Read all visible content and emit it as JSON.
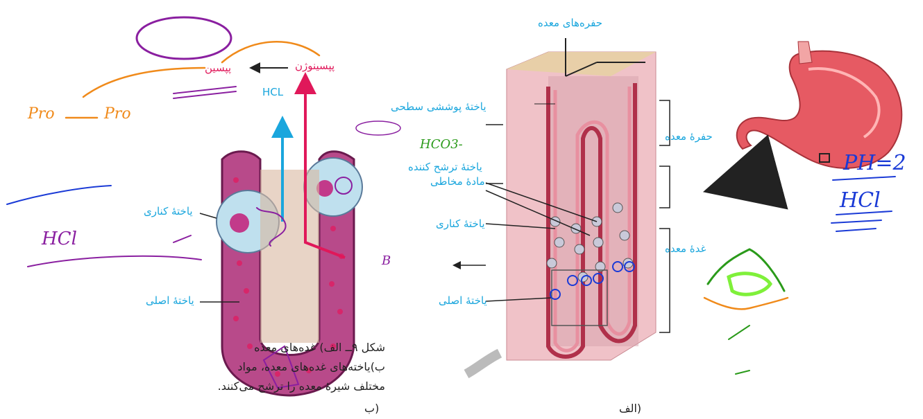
{
  "labels": {
    "stomach_pits": "حفره‌های معده",
    "gastric_pit": "حفرۀ معده",
    "gastric_gland": "غدۀ معده",
    "surface_cell": "یاختۀ پوششی سطحی",
    "mucus_cell": "یاختۀ ترشح کننده",
    "mucus_substance": "مادۀ مخاطی",
    "parietal_cell_left": "یاختۀ کناری",
    "parietal_cell_mid": "یاختۀ کناری",
    "chief_cell_left": "یاختۀ اصلی",
    "chief_cell_mid": "یاختۀ اصلی",
    "pepsinogen": "پپسینوژن",
    "pepsin": "پپسین",
    "hcl": "HCL"
  },
  "handwriting": {
    "ph": "PH=2",
    "hcl_right": "HCl",
    "hcl_left": "HCl",
    "pro1": "Pro",
    "pro2": "Pro",
    "hco3": "HCO3-",
    "vitamin_b": "B"
  },
  "caption": {
    "line1": "شکل ۹ــ الف) غده‌های معده",
    "line2": "ب)یاخته‌های غده‌های معده، مواد",
    "line3": "مختلف شیرۀ معده را ترشح می‌کنند."
  },
  "panels": {
    "a": "الف)",
    "b": "ب)"
  },
  "colors": {
    "label_cyan": "#1aa6dd",
    "pepsin_red": "#e0185a",
    "ink_purple": "#8a1fa0",
    "ink_blue": "#1a3ad6",
    "ink_green": "#2a9a1a",
    "ink_orange": "#f08a1a"
  }
}
